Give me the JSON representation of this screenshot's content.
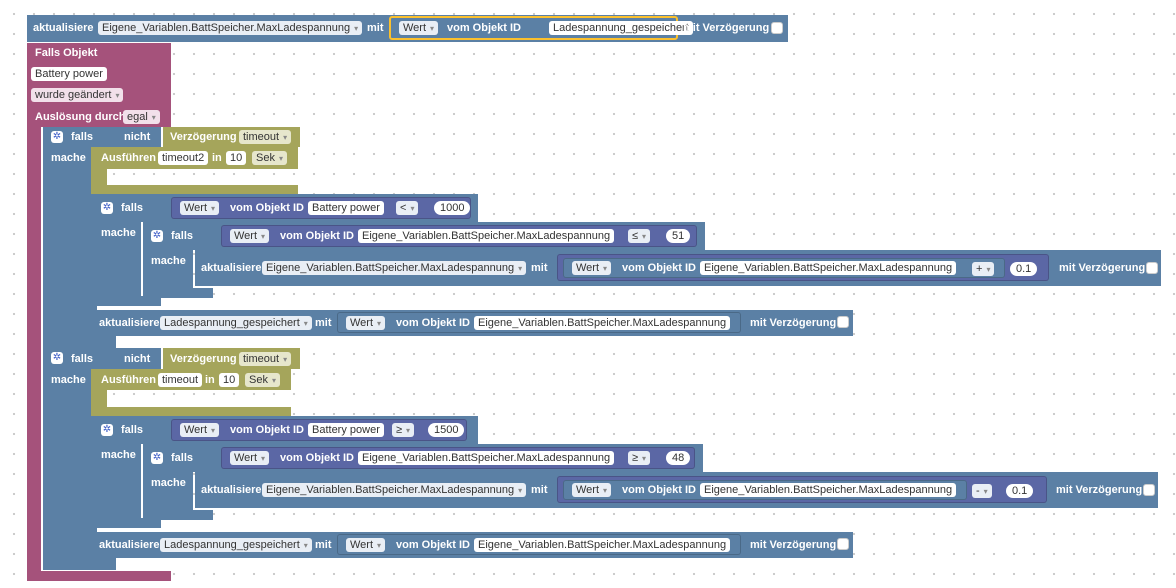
{
  "top": {
    "aktualisiere": "aktualisiere",
    "var": "Eigene_Variablen.BattSpeicher.MaxLadespannung",
    "mit": "mit",
    "wert": "Wert",
    "vom": "vom Objekt ID",
    "obj": "Ladespannung_gespeichert",
    "delay": "mit Verzögerung"
  },
  "trigger": {
    "falls_objekt": "Falls Objekt",
    "object": "Battery power",
    "condition": "wurde geändert",
    "ausloesung": "Auslösung durch",
    "ausloesung_val": "egal"
  },
  "kw": {
    "falls": "falls",
    "mache": "mache",
    "nicht": "nicht",
    "verzoegerung": "Verzögerung",
    "ausfuehren": "Ausführen",
    "in": "in",
    "sek": "Sek",
    "aktualisiere": "aktualisiere",
    "mit": "mit",
    "wert": "Wert",
    "vom": "vom Objekt ID",
    "delay": "mit Verzögerung"
  },
  "g1": {
    "timeout_var": "timeout",
    "exec_name": "timeout2",
    "exec_time": "10",
    "cond_obj": "Battery power",
    "cond_op": "<",
    "cond_val": "1000",
    "inner_obj": "Eigene_Variablen.BattSpeicher.MaxLadespannung",
    "inner_op": "≤",
    "inner_val": "51",
    "upd_var": "Eigene_Variablen.BattSpeicher.MaxLadespannung",
    "upd_obj": "Eigene_Variablen.BattSpeicher.MaxLadespannung",
    "math_op": "+",
    "math_val": "0.1",
    "save_var": "Ladespannung_gespeichert",
    "save_obj": "Eigene_Variablen.BattSpeicher.MaxLadespannung"
  },
  "g2": {
    "timeout_var": "timeout",
    "exec_name": "timeout",
    "exec_time": "10",
    "cond_obj": "Battery power",
    "cond_op": "≥",
    "cond_val": "1500",
    "inner_obj": "Eigene_Variablen.BattSpeicher.MaxLadespannung",
    "inner_op": "≥",
    "inner_val": "48",
    "upd_var": "Eigene_Variablen.BattSpeicher.MaxLadespannung",
    "upd_obj": "Eigene_Variablen.BattSpeicher.MaxLadespannung",
    "math_op": "-",
    "math_val": "0.1",
    "save_var": "Ladespannung_gespeichert",
    "save_obj": "Eigene_Variablen.BattSpeicher.MaxLadespannung"
  }
}
